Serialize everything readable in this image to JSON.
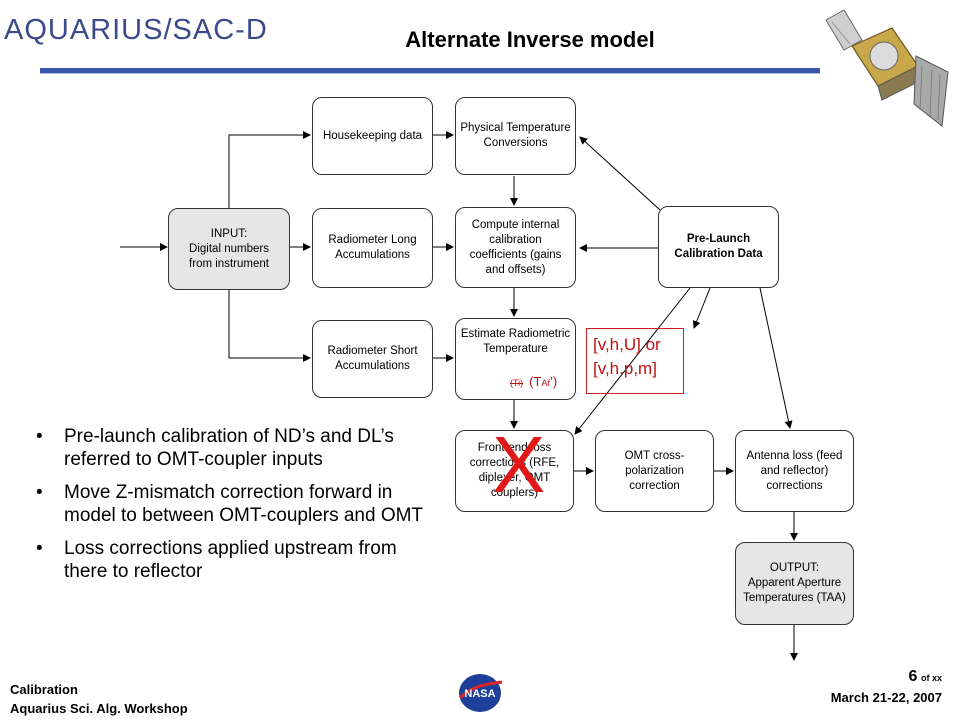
{
  "header": {
    "logo_text": "AQUARIUS/SAC-D",
    "title": "Alternate Inverse model"
  },
  "diagram": {
    "input": {
      "line1": "INPUT:",
      "line2": "Digital numbers",
      "line3": "from instrument"
    },
    "housekeeping": "Housekeeping data",
    "radiometer_long": "Radiometer Long Accumulations",
    "radiometer_short": "Radiometer Short Accumulations",
    "physical_temp": "Physical Temperature Conversions",
    "compute_internal": "Compute internal calibration coefficients (gains and offsets)",
    "estimate": "Estimate Radiometric Temperature",
    "prelaunch": "Pre-Launch Calibration Data",
    "frontend": "Front-end loss corrections (RFE, diplexer, OMT couplers)",
    "omt": "OMT cross-polarization correction",
    "antenna": "Antenna loss (feed and reflector) corrections",
    "output": {
      "line1": "OUTPUT:",
      "line2": "Apparent Aperture Temperatures (TAA)"
    }
  },
  "annotations": {
    "vhu_line1": "[v,h,U] or",
    "vhu_line2": "[v,h,p,m]",
    "ti": "(Ti)",
    "taf_prefix": "(T",
    "taf_sub": "Af",
    "taf_suffix": "’)",
    "cross": "X"
  },
  "bullets": [
    "Pre-launch calibration of ND’s and DL’s referred to OMT-coupler inputs",
    "Move Z-mismatch correction forward in model to between OMT-couplers and OMT",
    "Loss corrections applied upstream from there to reflector"
  ],
  "footer": {
    "left_line1": "Calibration",
    "left_line2": "Aquarius Sci. Alg. Workshop",
    "page_num": "6",
    "page_of": "of xx",
    "date": "March 21-22, 2007",
    "nasa_logo_text": "NASA"
  },
  "colors": {
    "title_rule": "#3a56a8",
    "annotation_red": "#c01010",
    "input_fill": "#e6e6e6"
  }
}
